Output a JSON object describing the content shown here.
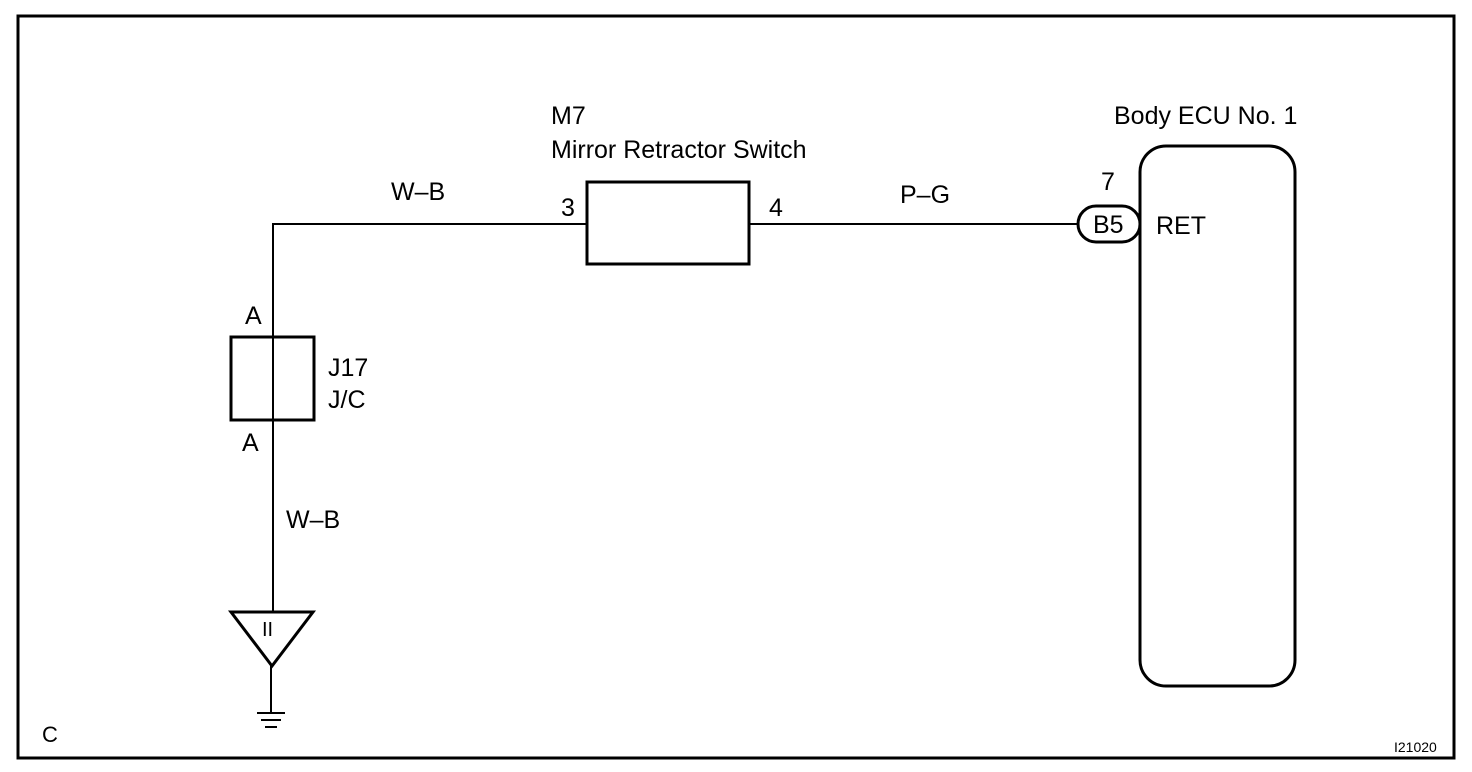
{
  "diagram": {
    "switch": {
      "code": "M7",
      "name": "Mirror Retractor Switch",
      "pin_left": "3",
      "pin_right": "4"
    },
    "ecu": {
      "name": "Body ECU No. 1",
      "connector": "B5",
      "pin": "7",
      "terminal": "RET"
    },
    "junction": {
      "code": "J17",
      "type": "J/C",
      "pin_top": "A",
      "pin_bottom": "A"
    },
    "wires": {
      "top_left": "W–B",
      "top_right": "P–G",
      "bottom": "W–B"
    },
    "ground": {
      "symbol": "II"
    },
    "corner_label": "C",
    "figure_id": "I21020"
  }
}
